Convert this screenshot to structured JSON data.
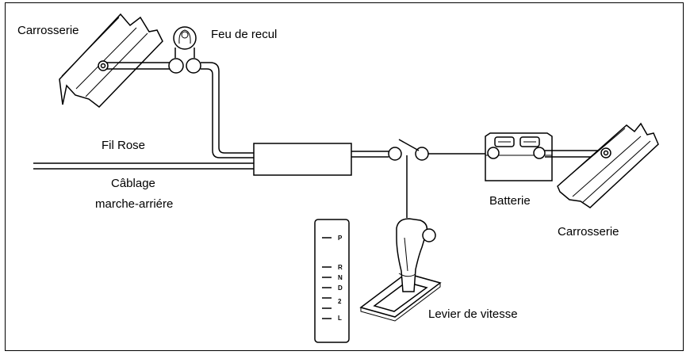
{
  "labels": {
    "carrosserie_left": "Carrosserie",
    "feu_de_recul": "Feu de recul",
    "fil_rose": "Fil Rose",
    "cablage_line1": "Câblage",
    "cablage_line2": "marche-arriére",
    "batterie": "Batterie",
    "carrosserie_right": "Carrosserie",
    "levier": "Levier de vitesse"
  },
  "gear_positions": [
    "P",
    "R",
    "N",
    "D",
    "2",
    "L"
  ]
}
